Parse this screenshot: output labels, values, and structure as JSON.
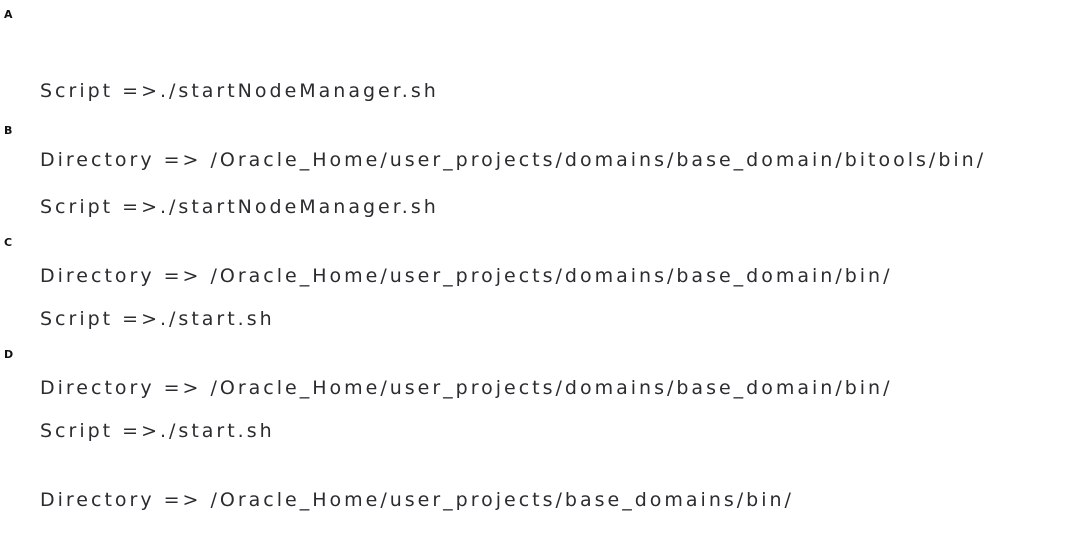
{
  "page": {
    "background_color": "#ffffff",
    "text_color": "#2b2b30",
    "label_color": "#111111"
  },
  "options": [
    {
      "label": "A",
      "script_line": "Script =>./startNodeManager.sh",
      "directory_line": "Directory => /Oracle_Home/user_projects/domains/base_domain/bitools/bin/"
    },
    {
      "label": "B",
      "script_line": "Script =>./startNodeManager.sh",
      "directory_line": "Directory => /Oracle_Home/user_projects/domains/base_domain/bin/"
    },
    {
      "label": "C",
      "script_line": "Script =>./start.sh",
      "directory_line": "Directory => /Oracle_Home/user_projects/domains/base_domain/bin/"
    },
    {
      "label": "D",
      "script_line": "Script =>./start.sh",
      "directory_line": "Directory => /Oracle_Home/user_projects/base_domains/bin/"
    }
  ]
}
